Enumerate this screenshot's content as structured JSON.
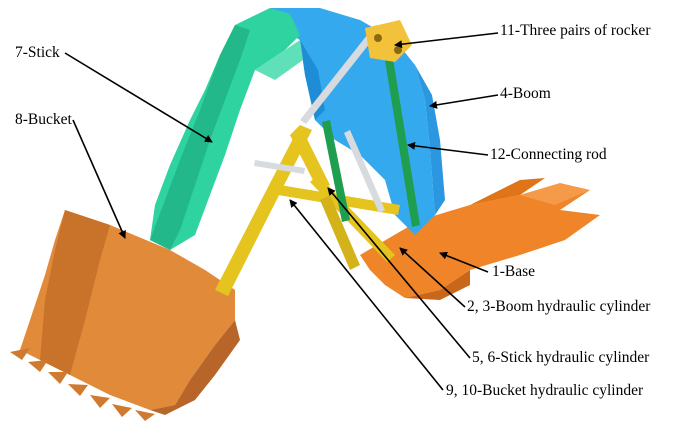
{
  "labels": {
    "rocker": "11-Three pairs of rocker",
    "stick": "7-Stick",
    "boom": "4-Boom",
    "bucket": "8-Bucket",
    "connecting_rod": "12-Connecting rod",
    "base": "1-Base",
    "boom_cylinder": "2, 3-Boom hydraulic cylinder",
    "stick_cylinder": "5, 6-Stick hydraulic cylinder",
    "bucket_cylinder": "9, 10-Bucket hydraulic cylinder"
  },
  "colors": {
    "stick": "#2fd3a0",
    "boom": "#35a9ee",
    "bucket": "#e08a3a",
    "base": "#f08428",
    "cylinder": "#e6c41f",
    "connecting_rod": "#1e9e4e",
    "rocker": "#f2c23a",
    "rod_silver": "#d7dbe0"
  }
}
